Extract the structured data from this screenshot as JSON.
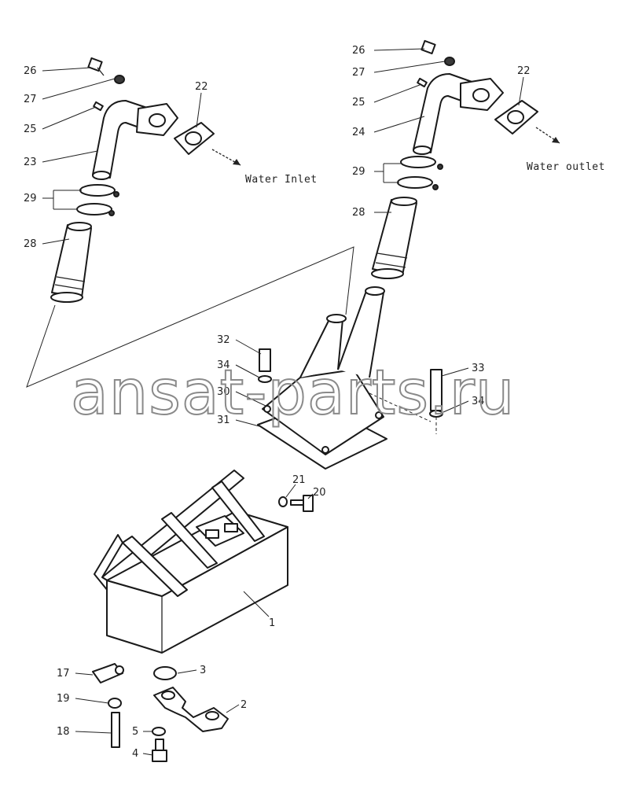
{
  "captions": {
    "water_inlet": "Water Inlet",
    "water_outlet": "Water outlet"
  },
  "watermark": "ansat-parts.ru",
  "labels": {
    "p1": "1",
    "p2": "2",
    "p3": "3",
    "p4": "4",
    "p5": "5",
    "p17": "17",
    "p18": "18",
    "p19": "19",
    "p20": "20",
    "p21": "21",
    "p22a": "22",
    "p22b": "22",
    "p23": "23",
    "p24": "24",
    "p25a": "25",
    "p25b": "25",
    "p26a": "26",
    "p26b": "26",
    "p27a": "27",
    "p27b": "27",
    "p28a": "28",
    "p28b": "28",
    "p29a": "29",
    "p29b": "29",
    "p30": "30",
    "p31": "31",
    "p32": "32",
    "p33": "33",
    "p34a": "34",
    "p34b": "34"
  }
}
